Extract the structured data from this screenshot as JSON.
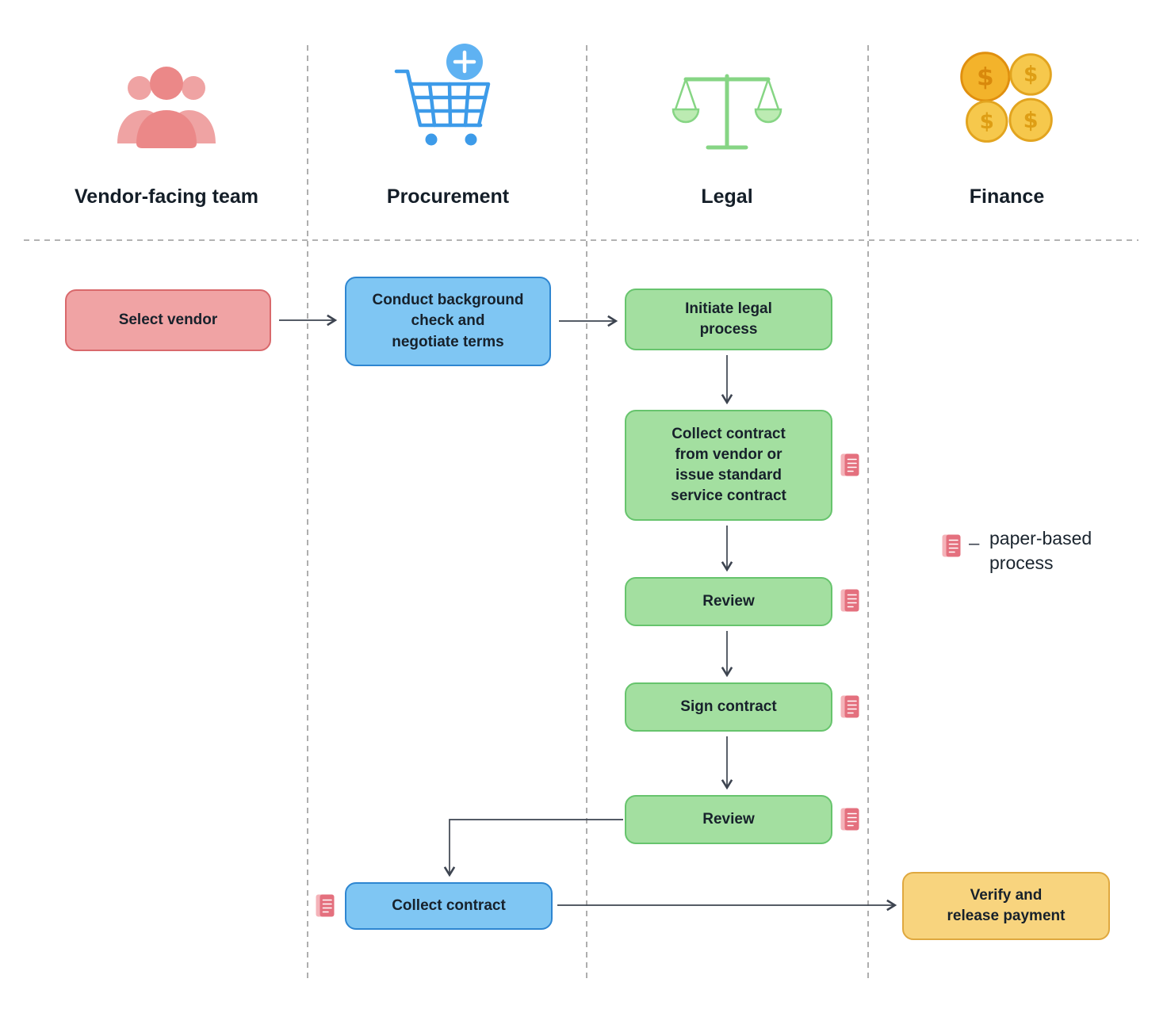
{
  "lanes": [
    {
      "label": "Vendor-facing team",
      "icon": "team-icon"
    },
    {
      "label": "Procurement",
      "icon": "shopping-cart-icon"
    },
    {
      "label": "Legal",
      "icon": "scales-icon"
    },
    {
      "label": "Finance",
      "icon": "coins-icon"
    }
  ],
  "nodes": {
    "select_vendor": {
      "label": "Select vendor",
      "lane": "Vendor-facing team",
      "color": "pink"
    },
    "background_check": {
      "label": "Conduct background\ncheck and\nnegotiate terms",
      "lane": "Procurement",
      "color": "blue"
    },
    "initiate_legal": {
      "label": "Initiate legal\nprocess",
      "lane": "Legal",
      "color": "green"
    },
    "collect_from_vendor": {
      "label": "Collect contract\nfrom vendor or\nissue standard\nservice contract",
      "lane": "Legal",
      "color": "green",
      "paper_based": true
    },
    "review_1": {
      "label": "Review",
      "lane": "Legal",
      "color": "green",
      "paper_based": true
    },
    "sign_contract": {
      "label": "Sign contract",
      "lane": "Legal",
      "color": "green",
      "paper_based": true
    },
    "review_2": {
      "label": "Review",
      "lane": "Legal",
      "color": "green",
      "paper_based": true
    },
    "collect_contract": {
      "label": "Collect contract",
      "lane": "Procurement",
      "color": "blue",
      "paper_based": true
    },
    "verify_payment": {
      "label": "Verify and\nrelease payment",
      "lane": "Finance",
      "color": "yellow"
    }
  },
  "legend": {
    "dash": "–",
    "label": "paper-based\nprocess",
    "icon": "paper-document-icon"
  },
  "colors": {
    "pink_fill": "#F0A3A4",
    "pink_border": "#D9696C",
    "blue_fill": "#7FC6F3",
    "blue_border": "#2E86D1",
    "green_fill": "#A3DFA0",
    "green_border": "#67C46D",
    "yellow_fill": "#F8D47E",
    "yellow_border": "#DFA83F",
    "paper_icon": "#E4707E",
    "connector": "#3d4450",
    "lane_divider": "#9a9a9a"
  }
}
